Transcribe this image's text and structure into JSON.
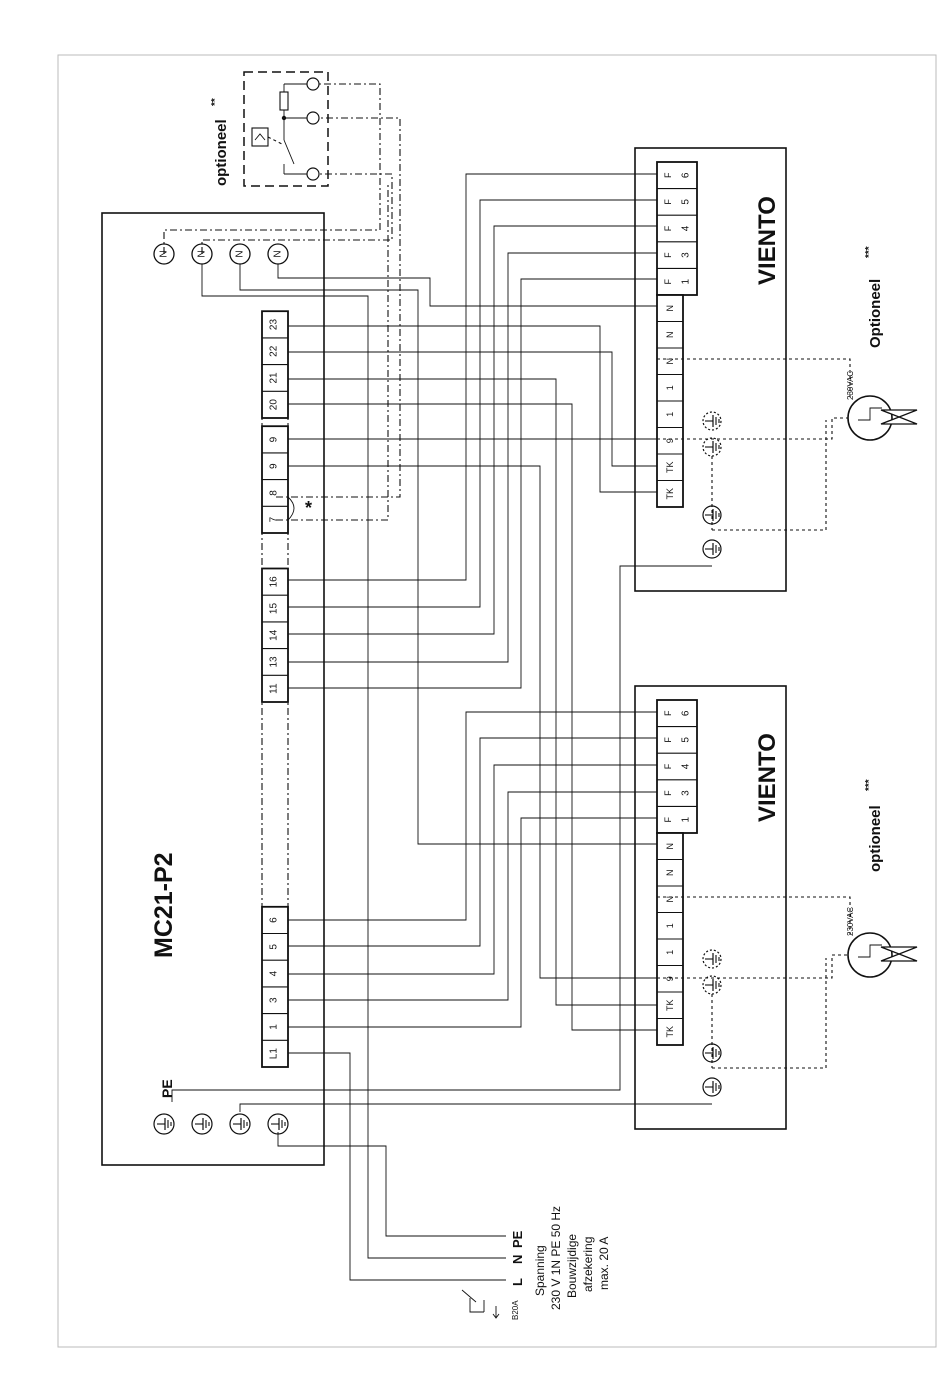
{
  "controller": {
    "title": "MC21-P2",
    "pe_label": "PE",
    "n_terminal": "N",
    "terminals_group1": [
      "L1",
      "1",
      "3",
      "4",
      "5",
      "6"
    ],
    "terminals_group2": [
      "11",
      "13",
      "14",
      "15",
      "16"
    ],
    "terminals_group3": [
      "7",
      "8",
      "9",
      "9"
    ],
    "terminals_group4": [
      "20",
      "21",
      "22",
      "23"
    ],
    "bridge_mark": "*"
  },
  "optional_top": {
    "label": "optioneel",
    "suffix": "**"
  },
  "viento_1": {
    "title": "VIENTO",
    "terminals": [
      "TK",
      "TK",
      "9",
      "1",
      "1",
      "N",
      "N",
      "N"
    ],
    "f_terminals": [
      "1",
      "3",
      "4",
      "5",
      "6"
    ],
    "f_letter": "F",
    "optional_label": "Optioneel",
    "optional_suffix": "***",
    "valve_voltage": "230VAC"
  },
  "viento_2": {
    "title": "VIENTO",
    "terminals": [
      "TK",
      "TK",
      "9",
      "1",
      "1",
      "N",
      "N",
      "N"
    ],
    "f_terminals": [
      "1",
      "3",
      "4",
      "5",
      "6"
    ],
    "f_letter": "F",
    "optional_label": "optioneel",
    "optional_suffix": "***",
    "valve_voltage": "230VAC"
  },
  "supply": {
    "pe": "PE",
    "n": "N",
    "l": "L",
    "line1": "Spanning",
    "line2": "230 V 1N PE 50 Hz",
    "line3": "Bouwzijdige",
    "line4": "afzekering",
    "line5": "max. 20 A",
    "fuse": "B20A"
  }
}
